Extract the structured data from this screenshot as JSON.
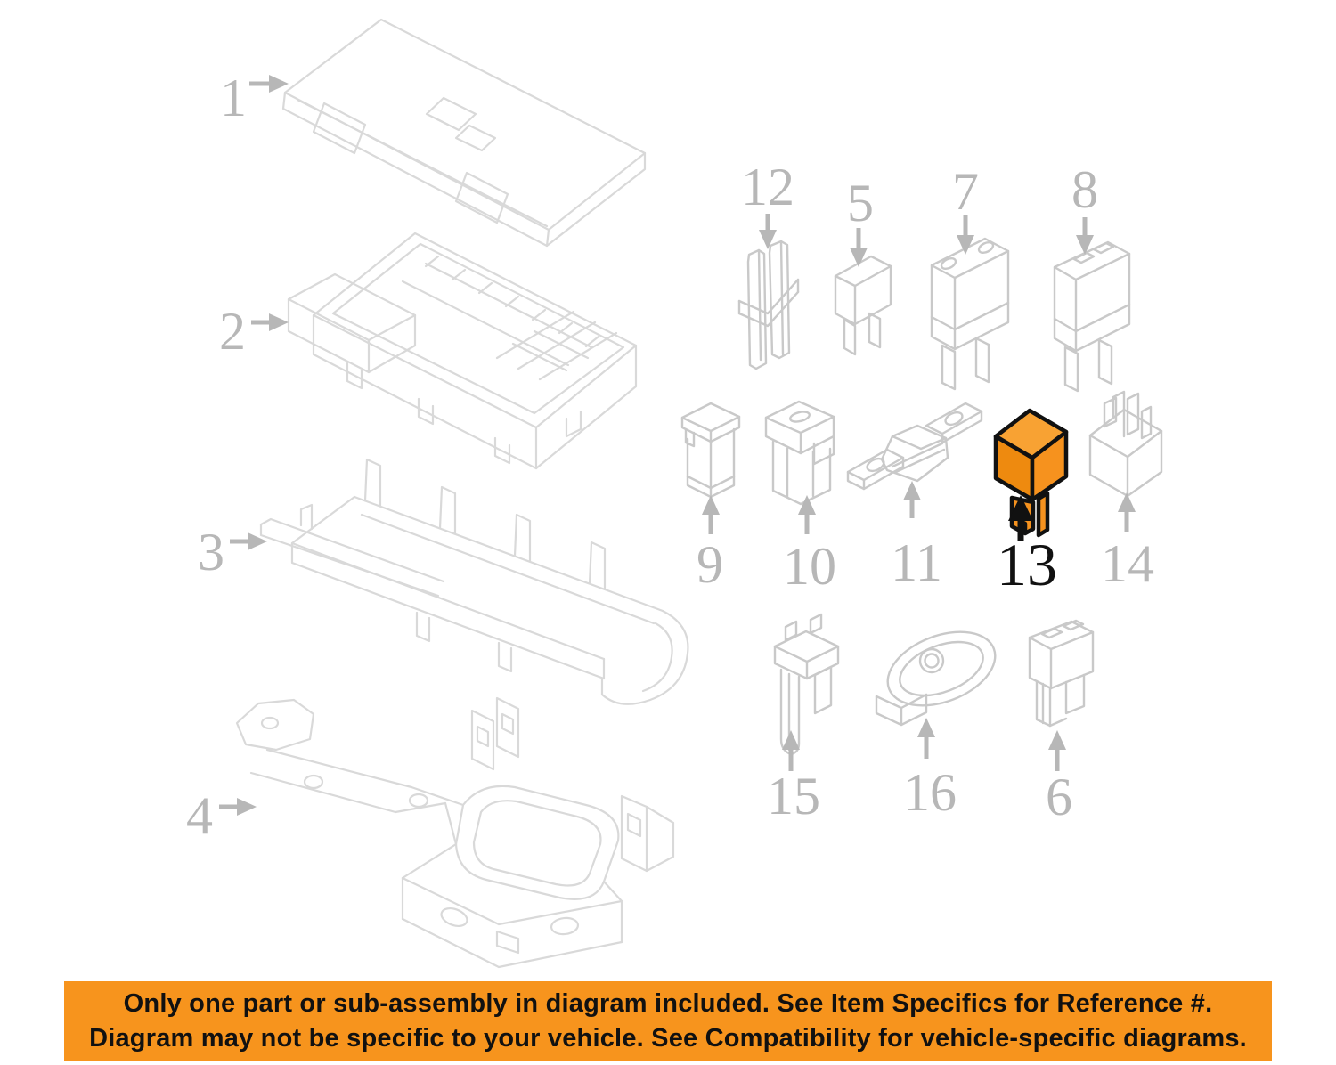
{
  "colors": {
    "line-light": "#d9d9d9",
    "line-mid": "#c9c9c9",
    "label-gray": "#b7b7b7",
    "orange": "#f6921e",
    "orange-top": "#f8a233",
    "orange-dark": "#ee8a0f",
    "banner-orange": "#f7941d",
    "ink": "#111111"
  },
  "diagram": {
    "title": "Fuse and relay box exploded parts diagram",
    "highlighted_ref": "13",
    "parts": [
      {
        "ref": "1",
        "name": "fuse-box-cover"
      },
      {
        "ref": "2",
        "name": "fuse-box"
      },
      {
        "ref": "3",
        "name": "fuse-box-lower-tray"
      },
      {
        "ref": "4",
        "name": "mounting-bracket"
      },
      {
        "ref": "5",
        "name": "mini-fuse"
      },
      {
        "ref": "6",
        "name": "low-profile-fuse"
      },
      {
        "ref": "7",
        "name": "maxi-fuse"
      },
      {
        "ref": "8",
        "name": "maxi-fuse"
      },
      {
        "ref": "9",
        "name": "cartridge-fuse"
      },
      {
        "ref": "10",
        "name": "cartridge-fuse"
      },
      {
        "ref": "11",
        "name": "midi-fuse"
      },
      {
        "ref": "12",
        "name": "fuse-puller"
      },
      {
        "ref": "13",
        "name": "relay-highlighted",
        "highlighted": true
      },
      {
        "ref": "14",
        "name": "relay"
      },
      {
        "ref": "15",
        "name": "circuit-breaker"
      },
      {
        "ref": "16",
        "name": "flasher"
      }
    ]
  },
  "banner": {
    "line1": "Only one part or sub-assembly in diagram included. See Item Specifics for Reference #.",
    "line2": "Diagram may not be specific to your vehicle. See Compatibility for vehicle-specific diagrams."
  }
}
